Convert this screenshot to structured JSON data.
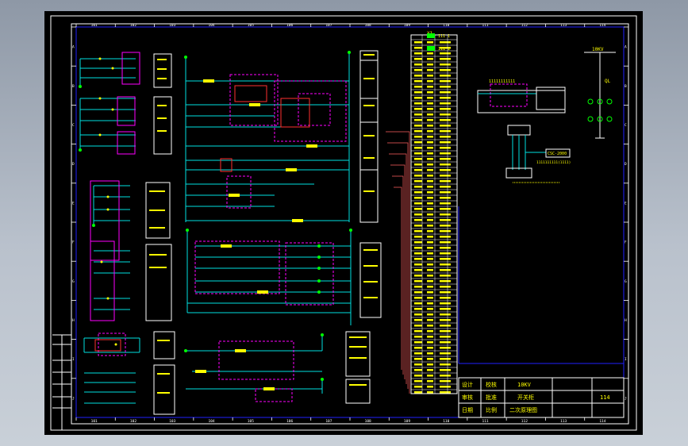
{
  "sheet": {
    "column_numbers": [
      "101",
      "102",
      "103",
      "104",
      "105",
      "106",
      "107",
      "108",
      "109",
      "110",
      "111",
      "112",
      "113",
      "114"
    ],
    "row_letters": [
      "A",
      "B",
      "C",
      "D",
      "E",
      "F",
      "G",
      "H",
      "I",
      "J"
    ]
  },
  "labels": {
    "power_source": "10KV",
    "breaker_mark": "QL",
    "protection_unit": "CSC-2000",
    "fault_code": "1111111111(1111)",
    "ct_code": "11111111111"
  },
  "terminal_strip": {
    "header": "X1",
    "legend_a": "111 1",
    "legend_b": "111 1"
  },
  "title_block": {
    "r1c1": "设计",
    "r1c2": "校核",
    "r1c3": "10KV",
    "r2c1": "审核",
    "r2c2": "批准",
    "r2c3": "开关柜",
    "r3c1": "日期",
    "r3c2": "比例",
    "r3c3": "二次原理图",
    "sheet_no": "114"
  },
  "colors": {
    "background": "#000000",
    "border": "#ffffff",
    "grid_blue": "#2020ff",
    "wire_cyan": "#00e0e0",
    "dash_magenta": "#ff00ff",
    "text_yellow": "#ffff00",
    "terminal_green": "#00ff00",
    "lead_red": "#ff4040"
  }
}
